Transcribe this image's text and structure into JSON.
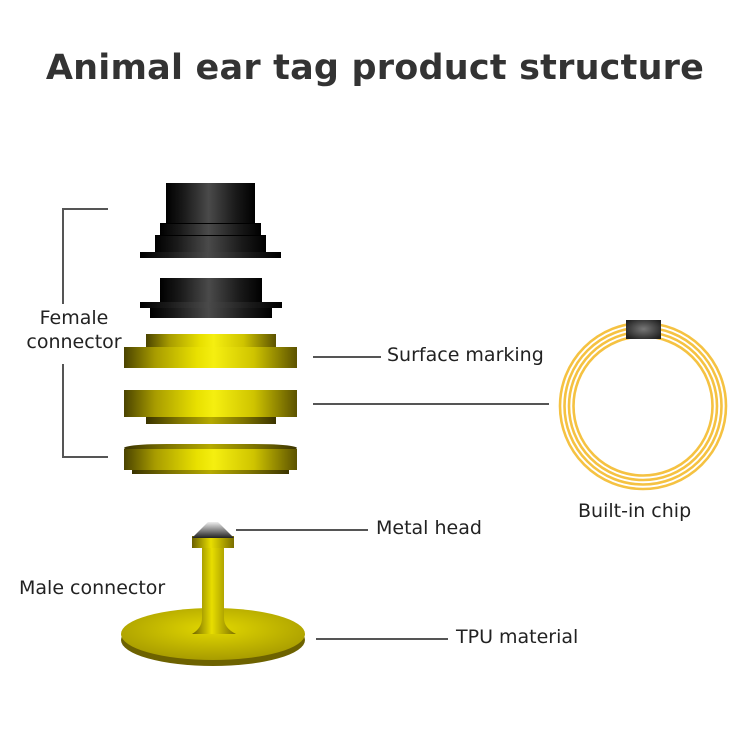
{
  "title": "Animal ear tag product structure",
  "labels": {
    "female_connector_line1": "Female",
    "female_connector_line2": "connector",
    "surface_marking": "Surface marking",
    "built_in_chip": "Built-in chip",
    "metal_head": "Metal head",
    "male_connector": "Male connector",
    "tpu_material": "TPU material"
  },
  "colors": {
    "title": "#333333",
    "black_part": "#111111",
    "yellow_part": "#e8e000",
    "coil": "#f5c242",
    "chip": "#333333",
    "leader_line": "#555555"
  }
}
